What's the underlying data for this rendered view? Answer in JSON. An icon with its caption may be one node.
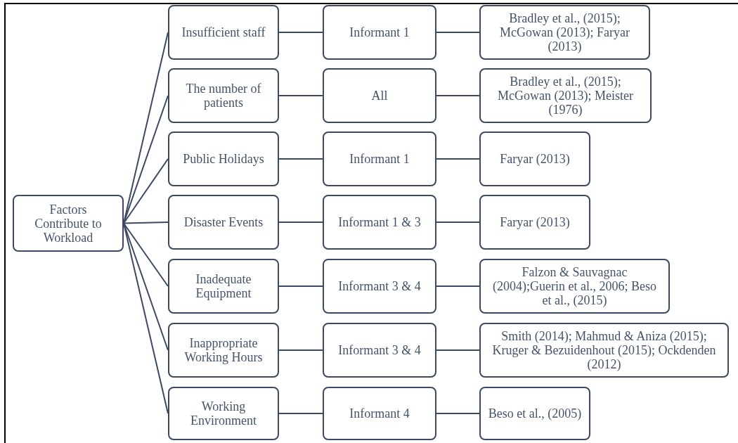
{
  "diagram": {
    "nodes": [
      {
        "text": [
          "Factors Contribute to Workload"
        ]
      },
      {
        "text": [
          "Insufficient staff"
        ]
      },
      {
        "text": [
          "Informant 1"
        ]
      },
      {
        "text": [
          "Bradley et al., (2015); McGowan (2013); Faryar (2013)"
        ]
      },
      {
        "text": [
          "The number of patients"
        ]
      },
      {
        "text": [
          "All"
        ]
      },
      {
        "text": [
          "Bradley et al., (2015); McGowan (2013); Meister (1976)"
        ]
      },
      {
        "text": [
          "Public Holidays"
        ]
      },
      {
        "text": [
          "Informant 1"
        ]
      },
      {
        "text": [
          "Faryar (2013)"
        ]
      },
      {
        "text": [
          "Disaster Events"
        ]
      },
      {
        "text": [
          "Informant 1 & 3"
        ]
      },
      {
        "text": [
          "Faryar (2013)"
        ]
      },
      {
        "text": [
          "Inadequate Equipment"
        ]
      },
      {
        "text": [
          "Informant 3 & 4"
        ]
      },
      {
        "text": [
          "Falzon & Sauvagnac (2004);Guerin et al., 2006; Beso et al., (2015)"
        ]
      },
      {
        "text": [
          "Inappropriate Working Hours"
        ]
      },
      {
        "text": [
          "Informant 3 & 4"
        ]
      },
      {
        "text": [
          "Smith (2014); Mahmud & Aniza (2015); Kruger & Bezuidenhout (2015); Ockdenden (2012)"
        ]
      },
      {
        "text": [
          "Working Environment"
        ]
      },
      {
        "text": [
          "Informant 4"
        ]
      },
      {
        "text": [
          "Beso et al., (2005)"
        ]
      }
    ],
    "edges": [
      {
        "from": 0,
        "to": 1,
        "arrow": "none"
      },
      {
        "from": 1,
        "to": 2,
        "arrow": "none"
      },
      {
        "from": 2,
        "to": 3,
        "arrow": "none"
      },
      {
        "from": 0,
        "to": 4,
        "arrow": "none"
      },
      {
        "from": 4,
        "to": 5,
        "arrow": "none"
      },
      {
        "from": 5,
        "to": 6,
        "arrow": "none"
      },
      {
        "from": 0,
        "to": 7,
        "arrow": "none"
      },
      {
        "from": 7,
        "to": 8,
        "arrow": "none"
      },
      {
        "from": 8,
        "to": 9,
        "arrow": "none"
      },
      {
        "from": 0,
        "to": 10,
        "arrow": "none"
      },
      {
        "from": 10,
        "to": 11,
        "arrow": "none"
      },
      {
        "from": 11,
        "to": 12,
        "arrow": "none"
      },
      {
        "from": 0,
        "to": 13,
        "arrow": "none"
      },
      {
        "from": 13,
        "to": 14,
        "arrow": "none"
      },
      {
        "from": 14,
        "to": 15,
        "arrow": "none"
      },
      {
        "from": 0,
        "to": 16,
        "arrow": "none"
      },
      {
        "from": 16,
        "to": 17,
        "arrow": "none"
      },
      {
        "from": 17,
        "to": 18,
        "arrow": "none"
      },
      {
        "from": 0,
        "to": 19,
        "arrow": "none"
      },
      {
        "from": 19,
        "to": 20,
        "arrow": "none"
      },
      {
        "from": 20,
        "to": 21,
        "arrow": "none"
      }
    ]
  }
}
